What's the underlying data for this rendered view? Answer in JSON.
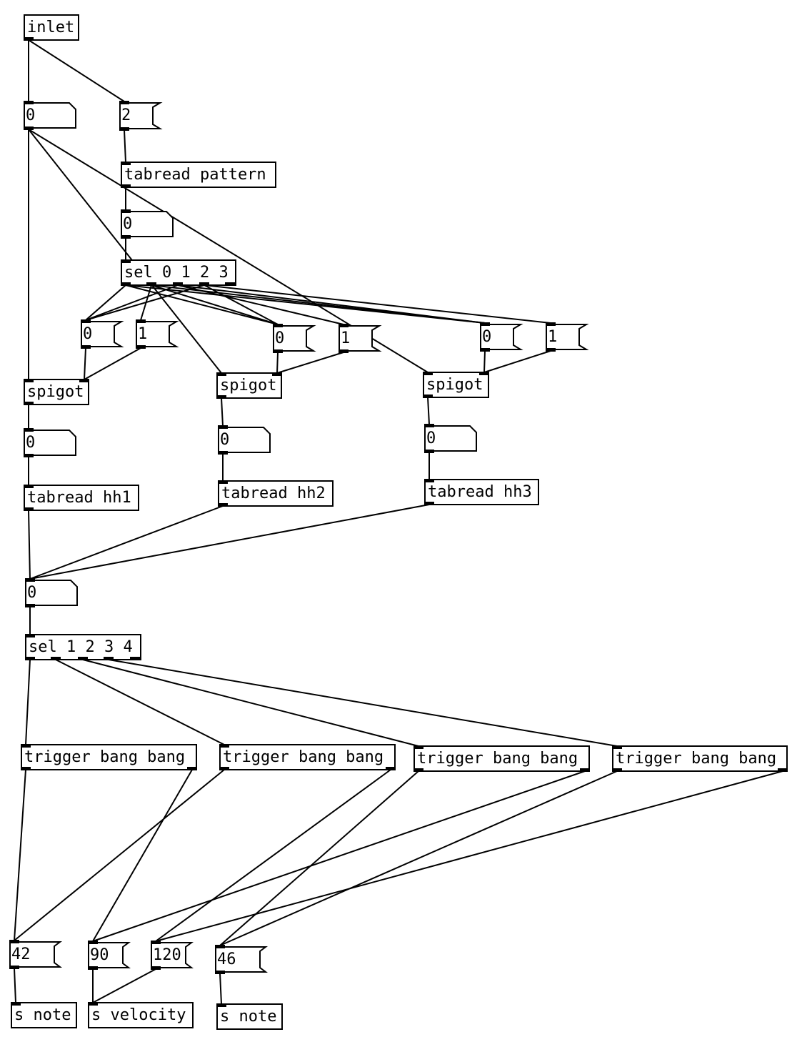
{
  "patch": {
    "objects": [
      {
        "id": "inlet",
        "kind": "obj",
        "text": "inlet"
      },
      {
        "id": "num_a",
        "kind": "num",
        "text": "0"
      },
      {
        "id": "msg_2",
        "kind": "msg",
        "text": "2"
      },
      {
        "id": "tabread_pattern",
        "kind": "obj",
        "text": "tabread pattern"
      },
      {
        "id": "num_b",
        "kind": "num",
        "text": "0"
      },
      {
        "id": "sel_0123",
        "kind": "obj",
        "text": "sel 0 1 2 3"
      },
      {
        "id": "msg_0_a",
        "kind": "msg",
        "text": "0"
      },
      {
        "id": "msg_1_a",
        "kind": "msg",
        "text": "1"
      },
      {
        "id": "msg_0_b",
        "kind": "msg",
        "text": "0"
      },
      {
        "id": "msg_1_b",
        "kind": "msg",
        "text": "1"
      },
      {
        "id": "msg_0_c",
        "kind": "msg",
        "text": "0"
      },
      {
        "id": "msg_1_c",
        "kind": "msg",
        "text": "1"
      },
      {
        "id": "spigot_1",
        "kind": "obj",
        "text": "spigot"
      },
      {
        "id": "spigot_2",
        "kind": "obj",
        "text": "spigot"
      },
      {
        "id": "spigot_3",
        "kind": "obj",
        "text": "spigot"
      },
      {
        "id": "num_c1",
        "kind": "num",
        "text": "0"
      },
      {
        "id": "num_c2",
        "kind": "num",
        "text": "0"
      },
      {
        "id": "num_c3",
        "kind": "num",
        "text": "0"
      },
      {
        "id": "tabread_hh1",
        "kind": "obj",
        "text": "tabread hh1"
      },
      {
        "id": "tabread_hh2",
        "kind": "obj",
        "text": "tabread hh2"
      },
      {
        "id": "tabread_hh3",
        "kind": "obj",
        "text": "tabread hh3"
      },
      {
        "id": "num_d",
        "kind": "num",
        "text": "0"
      },
      {
        "id": "sel_1234",
        "kind": "obj",
        "text": "sel 1 2 3 4"
      },
      {
        "id": "trigger_1",
        "kind": "obj",
        "text": "trigger bang bang"
      },
      {
        "id": "trigger_2",
        "kind": "obj",
        "text": "trigger bang bang"
      },
      {
        "id": "trigger_3",
        "kind": "obj",
        "text": "trigger bang bang"
      },
      {
        "id": "trigger_4",
        "kind": "obj",
        "text": "trigger bang bang"
      },
      {
        "id": "msg_42",
        "kind": "msg",
        "text": "42"
      },
      {
        "id": "msg_90",
        "kind": "msg",
        "text": "90"
      },
      {
        "id": "msg_120",
        "kind": "msg",
        "text": "120"
      },
      {
        "id": "msg_46",
        "kind": "msg",
        "text": "46"
      },
      {
        "id": "send_note_1",
        "kind": "obj",
        "text": "s note"
      },
      {
        "id": "send_velocity",
        "kind": "obj",
        "text": "s velocity"
      },
      {
        "id": "send_note_2",
        "kind": "obj",
        "text": "s note"
      }
    ],
    "connections": [
      [
        "inlet",
        0,
        "num_a",
        0
      ],
      [
        "inlet",
        0,
        "msg_2",
        0
      ],
      [
        "msg_2",
        0,
        "tabread_pattern",
        0
      ],
      [
        "tabread_pattern",
        0,
        "num_b",
        0
      ],
      [
        "num_b",
        0,
        "sel_0123",
        0
      ],
      [
        "num_a",
        0,
        "spigot_1",
        0
      ],
      [
        "num_a",
        0,
        "spigot_2",
        0
      ],
      [
        "num_a",
        0,
        "spigot_3",
        0
      ],
      [
        "sel_0123",
        0,
        "msg_0_a",
        0
      ],
      [
        "sel_0123",
        0,
        "msg_0_b",
        0
      ],
      [
        "sel_0123",
        0,
        "msg_0_c",
        0
      ],
      [
        "sel_0123",
        1,
        "msg_1_a",
        0
      ],
      [
        "sel_0123",
        1,
        "msg_0_b",
        0
      ],
      [
        "sel_0123",
        1,
        "msg_0_c",
        0
      ],
      [
        "sel_0123",
        2,
        "msg_0_a",
        0
      ],
      [
        "sel_0123",
        2,
        "msg_1_b",
        0
      ],
      [
        "sel_0123",
        2,
        "msg_0_c",
        0
      ],
      [
        "sel_0123",
        3,
        "msg_0_a",
        0
      ],
      [
        "sel_0123",
        3,
        "msg_0_b",
        0
      ],
      [
        "sel_0123",
        3,
        "msg_1_c",
        0
      ],
      [
        "msg_0_a",
        0,
        "spigot_1",
        1
      ],
      [
        "msg_1_a",
        0,
        "spigot_1",
        1
      ],
      [
        "msg_0_b",
        0,
        "spigot_2",
        1
      ],
      [
        "msg_1_b",
        0,
        "spigot_2",
        1
      ],
      [
        "msg_0_c",
        0,
        "spigot_3",
        1
      ],
      [
        "msg_1_c",
        0,
        "spigot_3",
        1
      ],
      [
        "spigot_1",
        0,
        "num_c1",
        0
      ],
      [
        "spigot_2",
        0,
        "num_c2",
        0
      ],
      [
        "spigot_3",
        0,
        "num_c3",
        0
      ],
      [
        "num_c1",
        0,
        "tabread_hh1",
        0
      ],
      [
        "num_c2",
        0,
        "tabread_hh2",
        0
      ],
      [
        "num_c3",
        0,
        "tabread_hh3",
        0
      ],
      [
        "tabread_hh1",
        0,
        "num_d",
        0
      ],
      [
        "tabread_hh2",
        0,
        "num_d",
        0
      ],
      [
        "tabread_hh3",
        0,
        "num_d",
        0
      ],
      [
        "num_d",
        0,
        "sel_1234",
        0
      ],
      [
        "sel_1234",
        0,
        "trigger_1",
        0
      ],
      [
        "sel_1234",
        1,
        "trigger_2",
        0
      ],
      [
        "sel_1234",
        2,
        "trigger_3",
        0
      ],
      [
        "sel_1234",
        3,
        "trigger_4",
        0
      ],
      [
        "trigger_1",
        0,
        "msg_42",
        0
      ],
      [
        "trigger_1",
        1,
        "msg_90",
        0
      ],
      [
        "trigger_2",
        0,
        "msg_42",
        0
      ],
      [
        "trigger_2",
        1,
        "msg_120",
        0
      ],
      [
        "trigger_3",
        0,
        "msg_46",
        0
      ],
      [
        "trigger_3",
        1,
        "msg_90",
        0
      ],
      [
        "trigger_4",
        0,
        "msg_46",
        0
      ],
      [
        "trigger_4",
        1,
        "msg_120",
        0
      ],
      [
        "msg_42",
        0,
        "send_note_1",
        0
      ],
      [
        "msg_90",
        0,
        "send_velocity",
        0
      ],
      [
        "msg_120",
        0,
        "send_velocity",
        0
      ],
      [
        "msg_46",
        0,
        "send_note_2",
        0
      ]
    ]
  }
}
